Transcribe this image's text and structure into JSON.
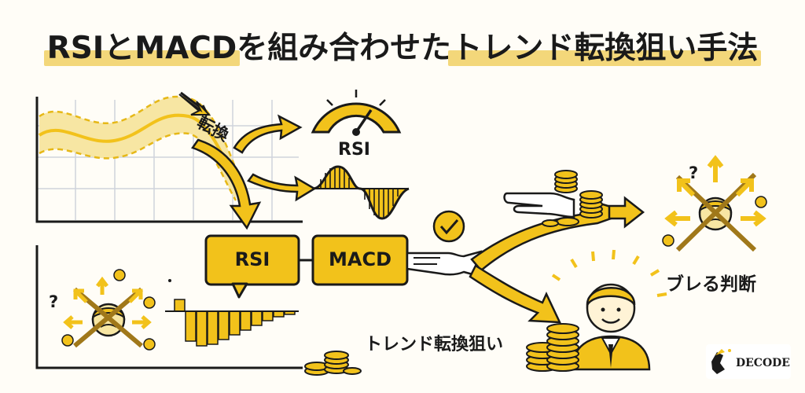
{
  "title": {
    "part1": "RSIとMACD",
    "part2": "を組み合わせた",
    "part3": "トレンド転換狙い手法"
  },
  "labels": {
    "tenkan": "転換",
    "rsi_gauge": "RSI",
    "box_rsi": "RSI",
    "box_macd": "MACD",
    "trend_reversal": "トレンド転換狙い",
    "bureru": "ブレる判断",
    "question_mark": "?"
  },
  "logo": {
    "text": "DECODE"
  },
  "colors": {
    "accent": "#f2c21b",
    "accent_light": "#f7e6a3",
    "highlight": "#f3d77a",
    "ink": "#1a1a1a",
    "grid": "#cfd4dc"
  }
}
